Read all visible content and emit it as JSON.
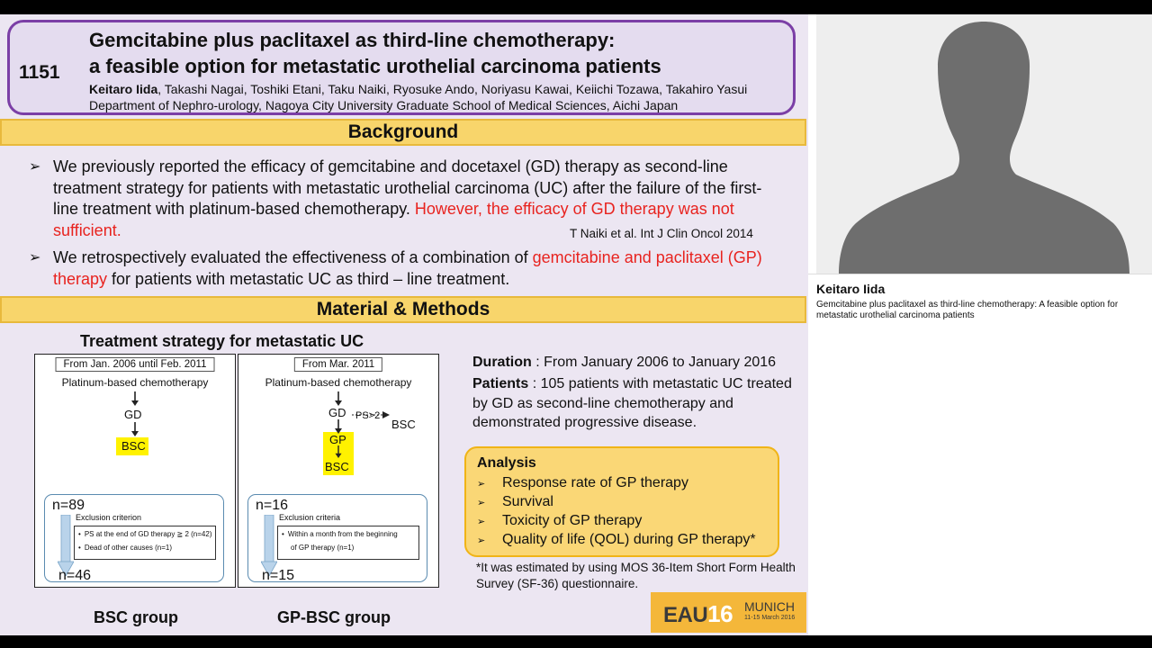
{
  "slide": {
    "abstract_number": "1151",
    "title_line1": "Gemcitabine plus paclitaxel as third-line chemotherapy:",
    "title_line2": "a feasible option for metastatic urothelial carcinoma patients",
    "presenting_author": "Keitaro Iida",
    "other_authors": ", Takashi Nagai, Toshiki Etani, Taku Naiki, Ryosuke Ando, Noriyasu Kawai, Keiichi Tozawa, Takahiro Yasui",
    "affiliation": "Department of Nephro-urology, Nagoya City University Graduate School of Medical Sciences, Aichi Japan",
    "background_heading": "Background",
    "bullet_marker": "➢",
    "bullet1_text": "We previously reported the efficacy of gemcitabine and docetaxel (GD) therapy as second-line treatment strategy for patients with metastatic urothelial carcinoma (UC) after the failure of the first-line treatment with platinum-based chemotherapy.",
    "bullet1_red": "However, the efficacy of GD therapy was not sufficient.",
    "citation": "T Naiki et al. Int J Clin Oncol 2014",
    "bullet2_pre": "We retrospectively evaluated the effectiveness of a combination of ",
    "bullet2_red": "gemcitabine and paclitaxel (GP) therapy",
    "bullet2_post": " for patients with metastatic UC as third – line treatment.",
    "methods_heading": "Material & Methods",
    "treatment_title": "Treatment strategy for metastatic UC",
    "bsc_panel": {
      "period": "From Jan. 2006 until Feb. 2011",
      "first_line": "Platinum-based chemotherapy",
      "step1": "GD",
      "step2": "BSC",
      "n_start": "n=89",
      "exclusion_label": "Exclusion criterion",
      "exclusion_items": [
        "PS at the end of GD therapy ≧ 2  (n=42)",
        "Dead of other causes (n=1)"
      ],
      "n_end": "n=46",
      "group_label": "BSC group"
    },
    "gp_panel": {
      "period": "From Mar. 2011",
      "first_line": "Platinum-based chemotherapy",
      "step1": "GD",
      "branch_label": "PS>2",
      "branch_target": "BSC",
      "step2": "GP",
      "step3": "BSC",
      "n_start": "n=16",
      "exclusion_label": "Exclusion criteria",
      "exclusion_items": [
        "Within a month from the beginning",
        "of GP therapy  (n=1)"
      ],
      "n_end": "n=15",
      "group_label": "GP-BSC group"
    },
    "duration_label": "Duration",
    "duration_text": " : From January 2006 to January 2016",
    "patients_label": "Patients",
    "patients_text": " : 105 patients with metastatic UC treated by GD as second-line chemotherapy and demonstrated progressive disease.",
    "analysis_title": "Analysis",
    "analysis_marker": "➢",
    "analysis_items": [
      "Response rate of GP therapy",
      "Survival",
      "Toxicity of GP therapy",
      "Quality of life (QOL) during GP therapy*"
    ],
    "footnote": "*It was estimated by using MOS 36-Item Short Form Health Survey (SF-36) questionnaire.",
    "logo": {
      "eau": "EAU",
      "year": "16",
      "city": "MUNICH",
      "dates": "11-15 March 2016"
    }
  },
  "speaker": {
    "name": "Keitaro Iida",
    "talk_title": "Gemcitabine plus paclitaxel as third-line chemotherapy: A feasible option for metastatic urothelial carcinoma patients"
  },
  "colors": {
    "title_border": "#7b3fa6",
    "banner": "#f8d56b",
    "highlight_red": "#e8231f",
    "analysis_fill": "#fad776",
    "yellow_box": "#fff200",
    "logo": "#f4b73a"
  }
}
